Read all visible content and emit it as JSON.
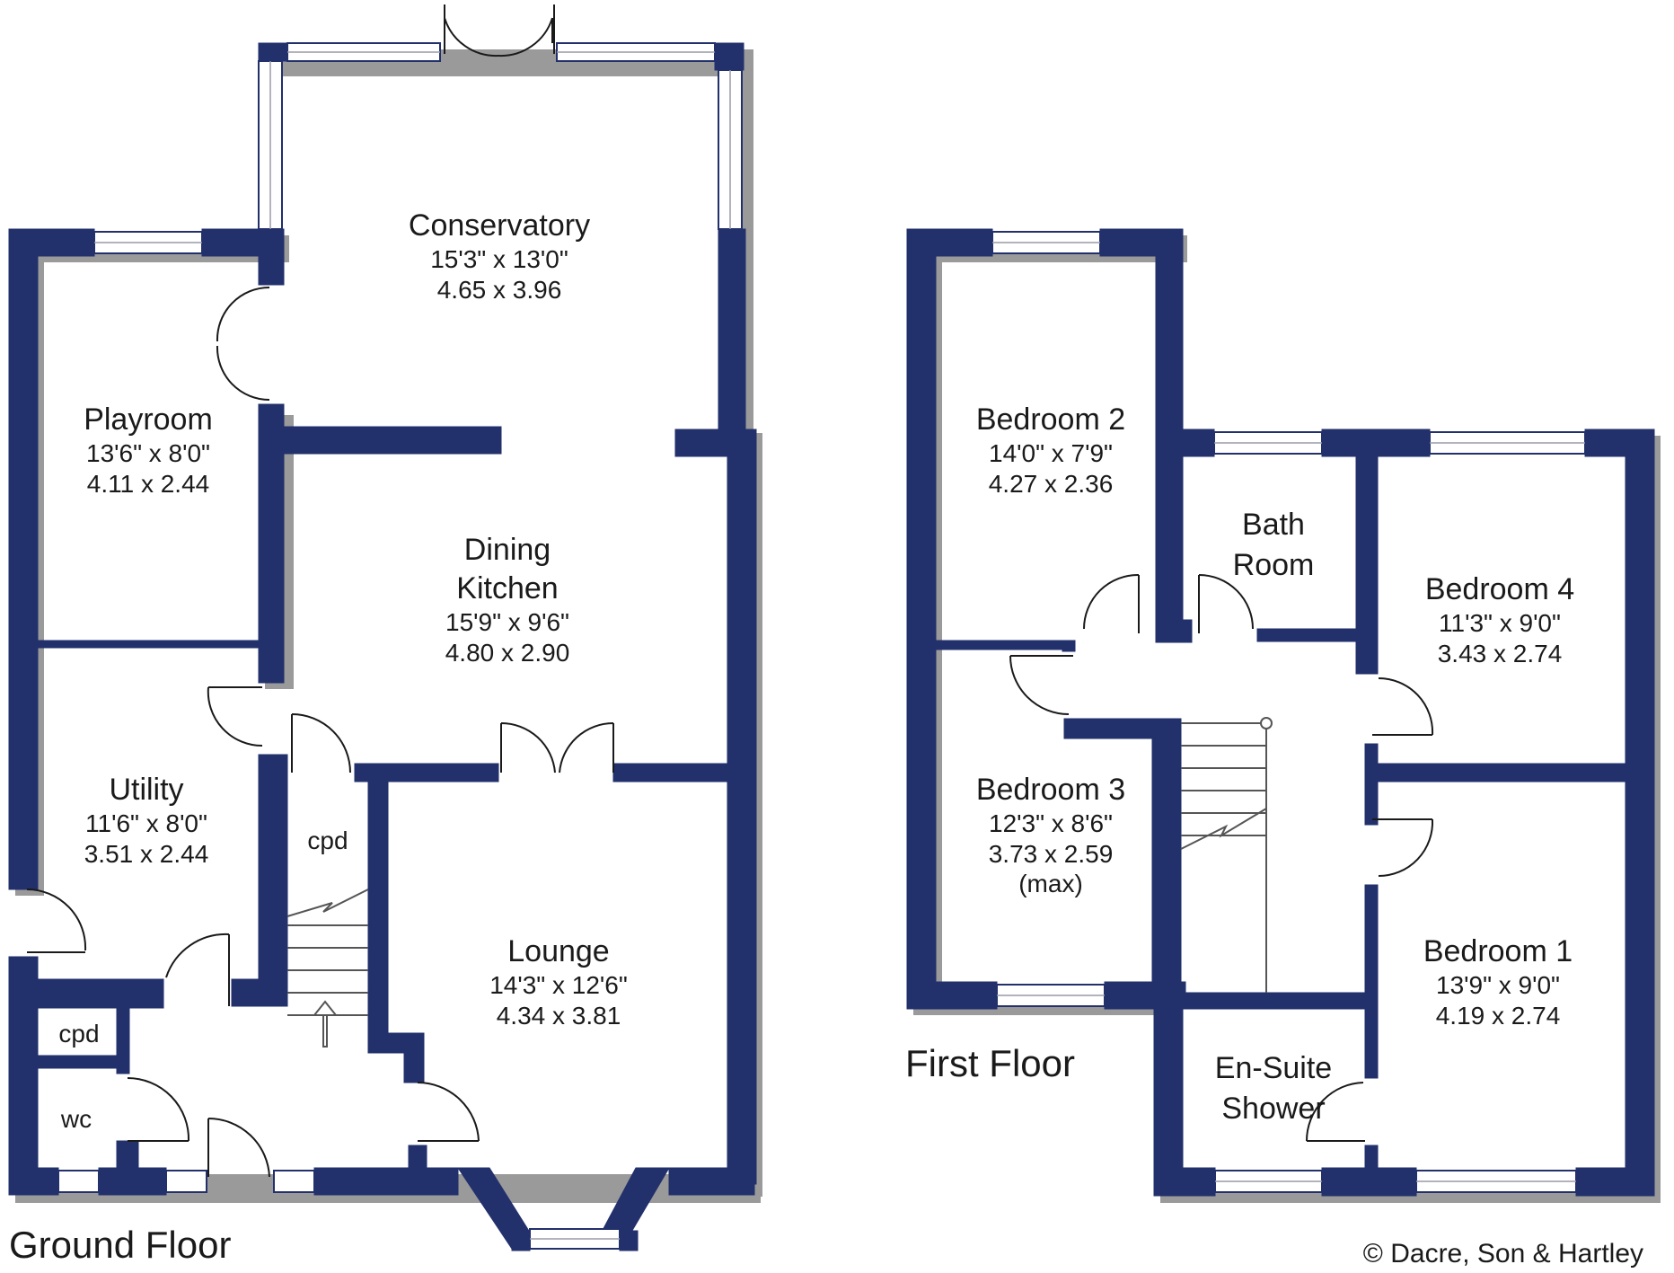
{
  "ground_floor": {
    "title": "Ground Floor",
    "rooms": {
      "conservatory": {
        "name": "Conservatory",
        "imperial": "15'3\"  x  13'0\"",
        "metric": "4.65  x  3.96"
      },
      "playroom": {
        "name": "Playroom",
        "imperial": "13'6\"  x  8'0\"",
        "metric": "4.11  x  2.44"
      },
      "dining_kitchen": {
        "name_line1": "Dining",
        "name_line2": "Kitchen",
        "imperial": "15'9\"  x  9'6\"",
        "metric": "4.80  x  2.90"
      },
      "utility": {
        "name": "Utility",
        "imperial": "11'6\"  x  8'0\"",
        "metric": "3.51  x  2.44"
      },
      "lounge": {
        "name": "Lounge",
        "imperial": "14'3\"  x  12'6\"",
        "metric": "4.34  x  3.81"
      },
      "cpd_stairs": "cpd",
      "cpd_small": "cpd",
      "wc": "wc"
    }
  },
  "first_floor": {
    "title": "First Floor",
    "rooms": {
      "bedroom2": {
        "name": "Bedroom 2",
        "imperial": "14'0\"  x  7'9\"",
        "metric": "4.27  x  2.36"
      },
      "bathroom": {
        "name_line1": "Bath",
        "name_line2": "Room"
      },
      "bedroom4": {
        "name": "Bedroom 4",
        "imperial": "11'3\"  x  9'0\"",
        "metric": "3.43  x  2.74"
      },
      "bedroom3": {
        "name": "Bedroom 3",
        "imperial": "12'3\"  x  8'6\"",
        "metric": "3.73  x  2.59",
        "note": "(max)"
      },
      "bedroom1": {
        "name": "Bedroom 1",
        "imperial": "13'9\"  x  9'0\"",
        "metric": "4.19  x  2.74"
      },
      "ensuite": {
        "name_line1": "En-Suite",
        "name_line2": "Shower"
      }
    }
  },
  "copyright": "© Dacre, Son & Hartley",
  "colors": {
    "wall": "#22306b",
    "shadow": "#9a9a9a",
    "background": "#ffffff"
  }
}
